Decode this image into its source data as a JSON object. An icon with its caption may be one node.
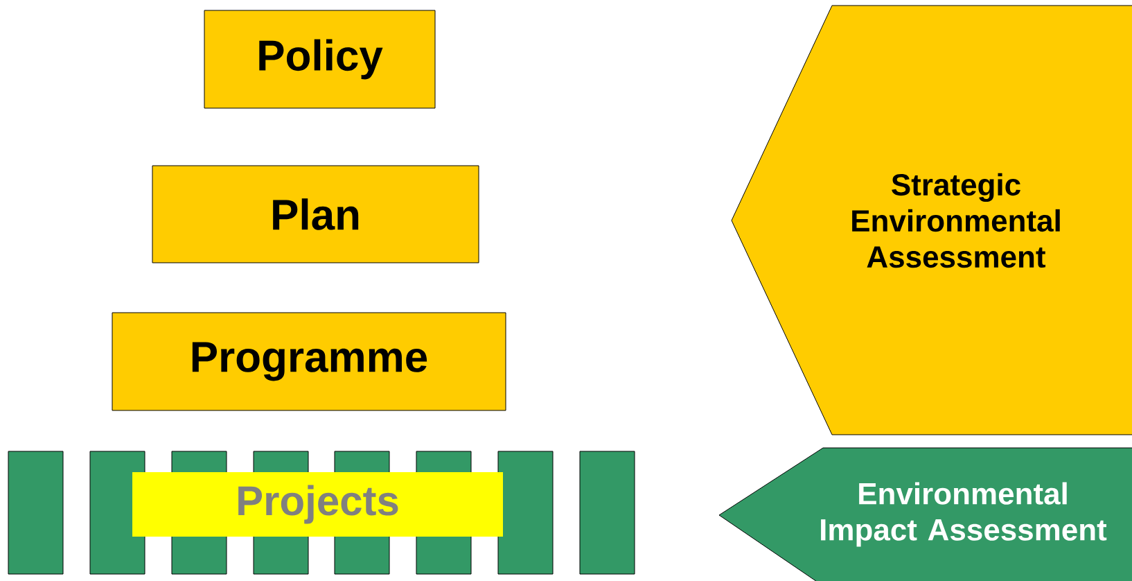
{
  "diagram": {
    "nodes": [
      {
        "text": [
          "Policy"
        ]
      },
      {
        "text": [
          "Plan"
        ]
      },
      {
        "text": [
          "Programme"
        ]
      },
      {
        "text": [],
        "shape": "bar"
      },
      {
        "text": [],
        "shape": "bar"
      },
      {
        "text": [],
        "shape": "bar"
      },
      {
        "text": [],
        "shape": "bar"
      },
      {
        "text": [],
        "shape": "bar"
      },
      {
        "text": [],
        "shape": "bar"
      },
      {
        "text": [],
        "shape": "bar"
      },
      {
        "text": [],
        "shape": "bar"
      },
      {
        "text": [
          "Projects"
        ]
      },
      {
        "text": [
          "Strategic Environmental Assessment"
        ]
      },
      {
        "text": [
          "Environmental Impact Assessment"
        ]
      }
    ]
  }
}
